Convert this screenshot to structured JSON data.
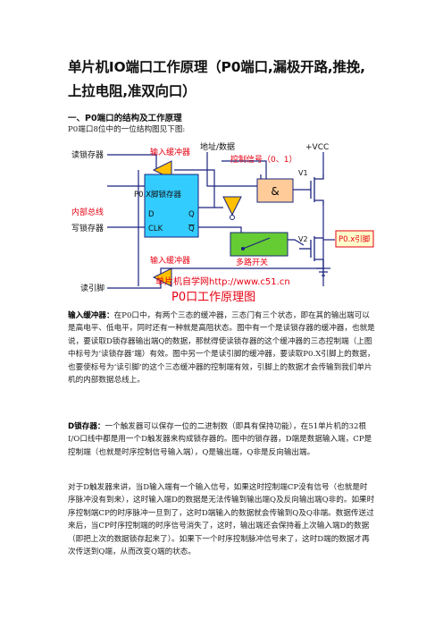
{
  "doc": {
    "title": "单片机IO端口工作原理（P0端口,漏极开路,推挽,上拉电阻,准双向口）",
    "section_heading": "一、P0端口的结构及工作原理",
    "intro": "P0端口8位中的一位结构图见下图:",
    "para1_term": "输入缓冲器：",
    "para1_body": "在P0口中，有两个三态的缓冲器，三态门有三个状态，即在其的输出端可以是高电平、低电平，同时还有一种就是高阻状态。图中有一个是读锁存器的缓冲器，也就是说，要读取D锁存器输出端Q的数据，那就得使读锁存器的这个缓冲器的三态控制端（上图中标号为‘读锁存器’端）有效。图中另一个是读引脚的缓冲器，要读取P0.X引脚上的数据，也要使标号为‘读引脚’的这个三态缓冲器的控制端有效，引脚上的数据才会传输到我们单片机的内部数据总线上。",
    "para2_term": "D锁存器：",
    "para2_body": "一个触发器可以保存一位的二进制数（即具有保持功能），在51单片机的32根I/O口线中都是用一个D触发器来构成锁存器的。图中的锁存器，D端是数据输入端，CP是控制端（也就是时序控制信号输入端），Q是输出端，Q非是反向输出端。",
    "para3": "对于D触发器来讲，当D输入端有一个输入信号，如果这时控制端CP没有信号（也就是时序脉冲没有到来），这时输入端D的数据是无法传输到输出端Q及反向输出端Q非的。如果时序控制端CP的时序脉冲一旦到了，这时D端输入的数据就会传输到Q及Q非端。数据传送过来后，当CP时序控制端的时序信号消失了，这时，输出端还会保持着上次输入端D的数据（即把上次的数据锁存起来了）。如果下一个时序控制脉冲信号来了，这时D端的数据才再次传送到Q端，从而改变Q端的状态。"
  },
  "diagram": {
    "read_latch": "读锁存器",
    "input_buffer_top": "输入缓冲器",
    "addr_data": "地址/数据",
    "vcc": "+VCC",
    "control_signal": "控制信号（0、1）",
    "v1": "V1",
    "and_gate": "&",
    "latch_title": "P0.X脚锁存器",
    "internal_bus": "内部总线",
    "write_latch": "写锁存器",
    "d_label": "D",
    "q_label": "Q",
    "clk_label": "CLK",
    "qbar_label": "Q",
    "v2": "V2",
    "pin_label": "P0.x引脚",
    "input_buffer_bottom": "输入缓冲器",
    "mux_switch": "多路开关",
    "read_pin": "读引脚",
    "watermark": "单片机自学网http://www.c51.cn",
    "caption": "P0口工作原理图"
  },
  "colors": {
    "red": "#e60012",
    "orange_fill": "#ffc000",
    "cyan_fill": "#33ccff",
    "green_fill": "#66cc33",
    "and_fill": "#ffcc99",
    "pin_fill": "#ffffcc"
  }
}
